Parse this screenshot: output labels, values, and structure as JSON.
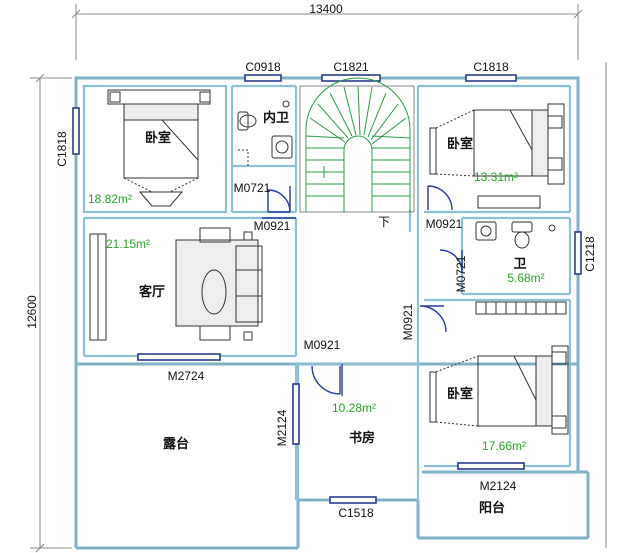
{
  "dimensions": {
    "top_width": "13400",
    "left_height": "12600"
  },
  "openings": {
    "c0918": "C0918",
    "c1821": "C1821",
    "c1818_top": "C1818",
    "c1818_left": "C1818",
    "c1218": "C1218",
    "m0721_a": "M0721",
    "m0921_a": "M0921",
    "m0921_b": "M0921",
    "m0721_b": "M0721",
    "m0921_c": "M0921",
    "m0921_d": "M0921",
    "m2724": "M2724",
    "m2124_a": "M2124",
    "m2124_b": "M2124",
    "c1518": "C1518"
  },
  "rooms": {
    "bedroom_nw": {
      "label": "卧室",
      "area": "18.82m²"
    },
    "inner_bath": {
      "label": "内卫"
    },
    "bedroom_ne": {
      "label": "卧室",
      "area": "13.31m²"
    },
    "living": {
      "label": "客厅",
      "area": "21.15m²"
    },
    "bath": {
      "label": "卫",
      "area": "5.68m²"
    },
    "terrace": {
      "label": "露台"
    },
    "study": {
      "label": "书房",
      "area": "10.28m²"
    },
    "bedroom_se": {
      "label": "卧室",
      "area": "17.66m²"
    },
    "balcony": {
      "label": "阳台"
    }
  },
  "stair_down": "下"
}
